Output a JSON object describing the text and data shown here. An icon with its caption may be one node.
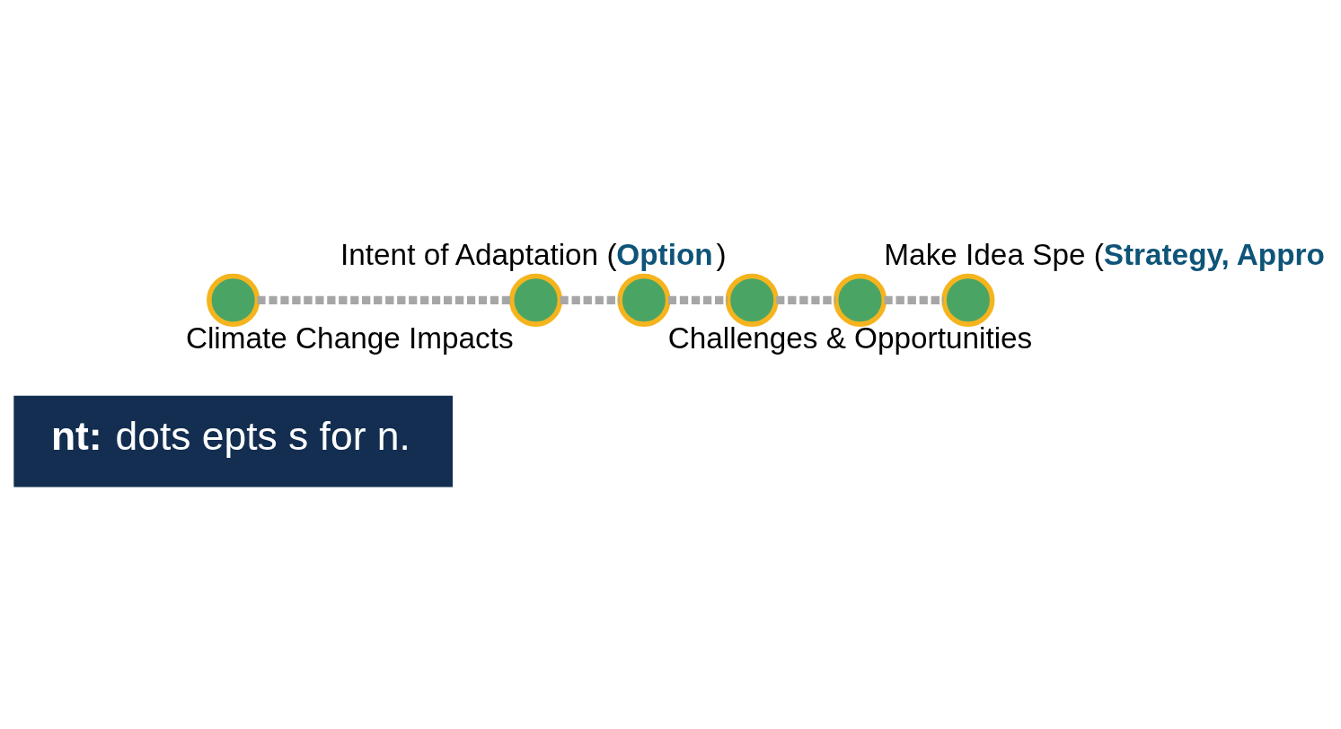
{
  "diagram": {
    "nodes": [
      {
        "text": [
          "**nt:** dots epts s for n."
        ]
      },
      {
        "text": [],
        "shape": "circle"
      },
      {
        "text": [],
        "shape": "circle",
        "beside": [
          "Climate Change Impacts"
        ]
      },
      {
        "text": [],
        "shape": "circle",
        "beside": [
          "Challenges & Opportunities"
        ]
      },
      {
        "text": [],
        "shape": "circle",
        "beside": [
          "Intent of Adaptation (**Option**)"
        ]
      },
      {
        "text": [],
        "shape": "circle",
        "beside": [
          "Make Idea Spe (**Strategy, Appro**"
        ]
      },
      {
        "text": [],
        "shape": "circle"
      }
    ],
    "edges": [
      {
        "from": 1,
        "to": 2,
        "arrow": "none",
        "style": "dashed"
      },
      {
        "from": 2,
        "to": 3,
        "arrow": "none",
        "style": "dashed"
      },
      {
        "from": 3,
        "to": 4,
        "arrow": "none",
        "style": "dashed"
      },
      {
        "from": 4,
        "to": 5,
        "arrow": "none",
        "style": "dashed"
      },
      {
        "from": 5,
        "to": 6,
        "arrow": "none",
        "style": "dashed"
      }
    ]
  }
}
